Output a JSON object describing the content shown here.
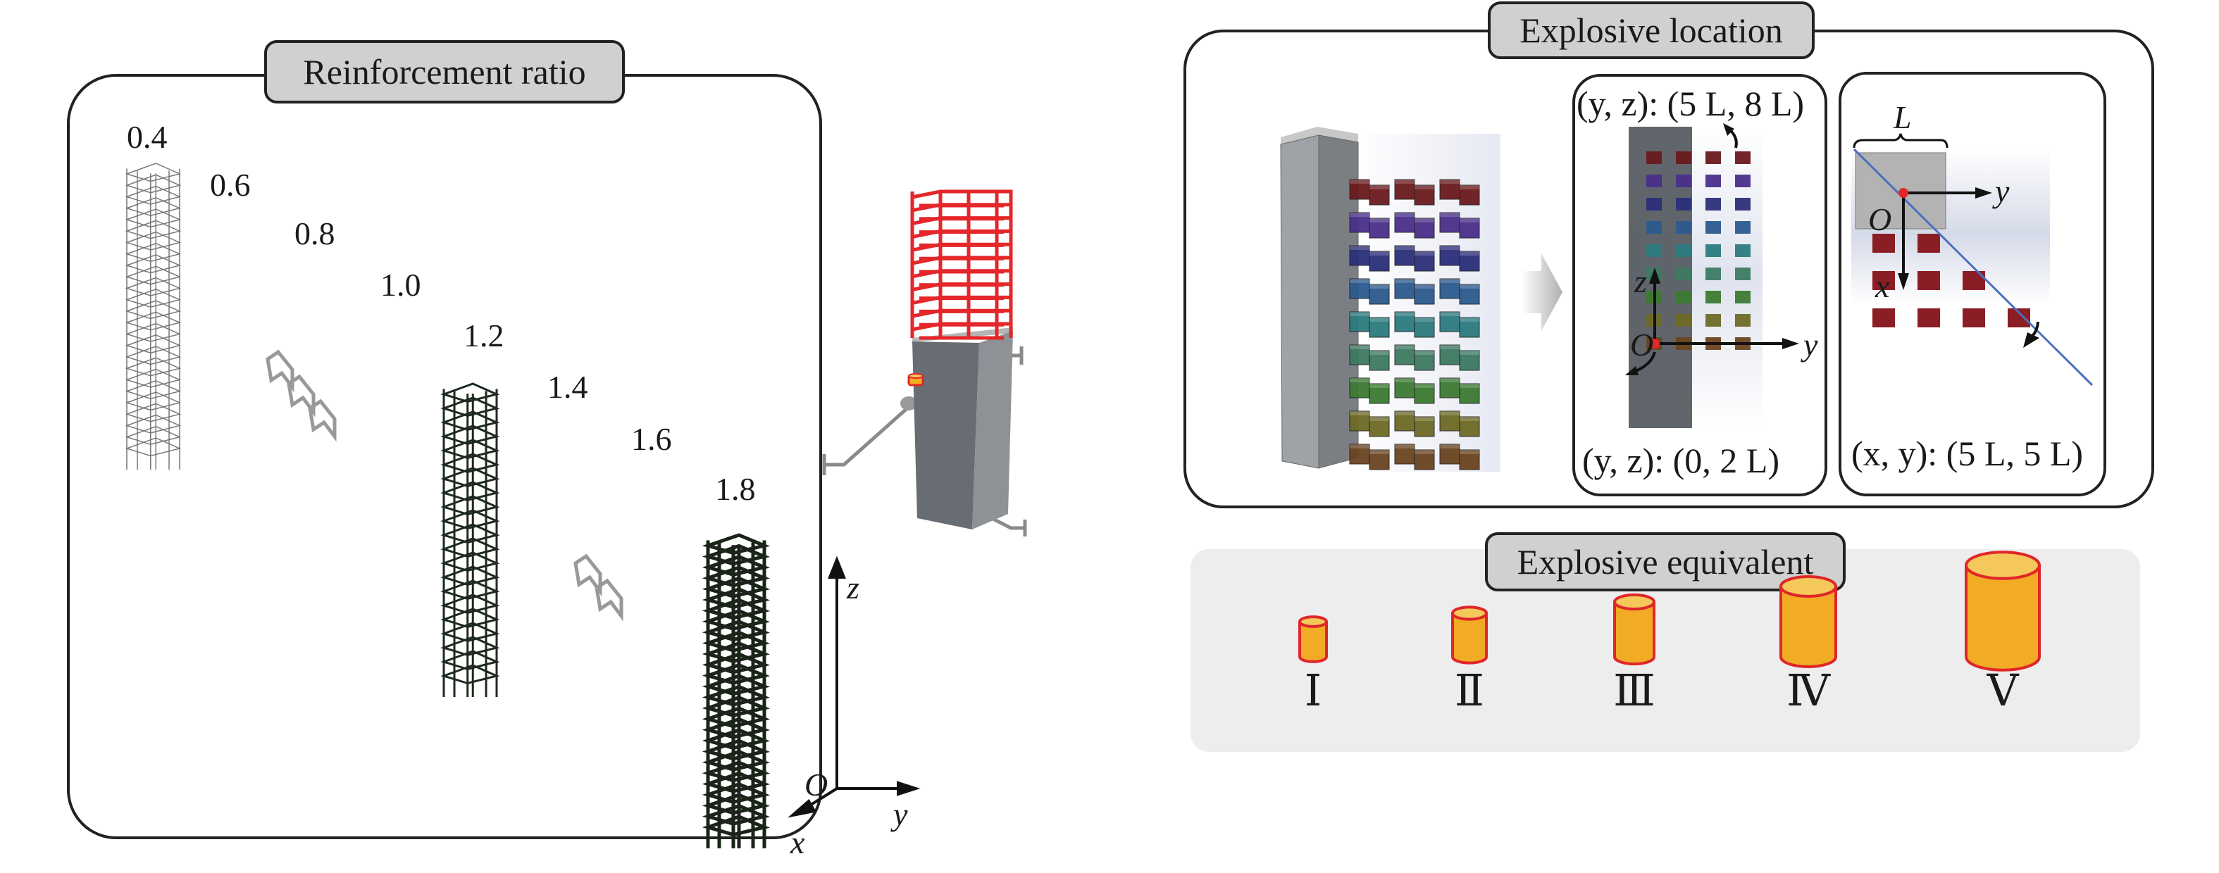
{
  "panels": {
    "reinforcement": {
      "title": "Reinforcement ratio",
      "ratios": [
        "0.4",
        "0.6",
        "0.8",
        "1.0",
        "1.2",
        "1.4",
        "1.6",
        "1.8"
      ]
    },
    "location": {
      "title": "Explosive location",
      "front_view": {
        "top_label": "(y, z): (5 L, 8 L)",
        "bottom_label": "(y, z): (0, 2 L)",
        "axis_z": "z",
        "axis_y": "y",
        "origin": "O",
        "row_colors": [
          "#6b1a1e",
          "#4a2f8a",
          "#2b2f7a",
          "#2c5a8e",
          "#2b7b7e",
          "#3d7a62",
          "#3c7a32",
          "#6e6a26",
          "#6b4420"
        ]
      },
      "plan_view": {
        "dimension_label": "L",
        "origin": "O",
        "axis_x": "x",
        "axis_y": "y",
        "bottom_label": "(x, y): (5 L, 5 L)",
        "charge_color": "#8b1e24",
        "diagonal_color": "#4a6fbf"
      }
    },
    "equivalent": {
      "title": "Explosive equivalent",
      "levels": [
        "Ⅰ",
        "Ⅱ",
        "Ⅲ",
        "Ⅳ",
        "Ⅴ"
      ],
      "charge_fill": "#f2ab24",
      "charge_stroke": "#e0262a"
    },
    "center": {
      "axis_z": "z",
      "axis_y": "y",
      "axis_x": "x",
      "origin": "O",
      "cage_color": "#e8262a",
      "column_color": "#6a6e74"
    }
  }
}
